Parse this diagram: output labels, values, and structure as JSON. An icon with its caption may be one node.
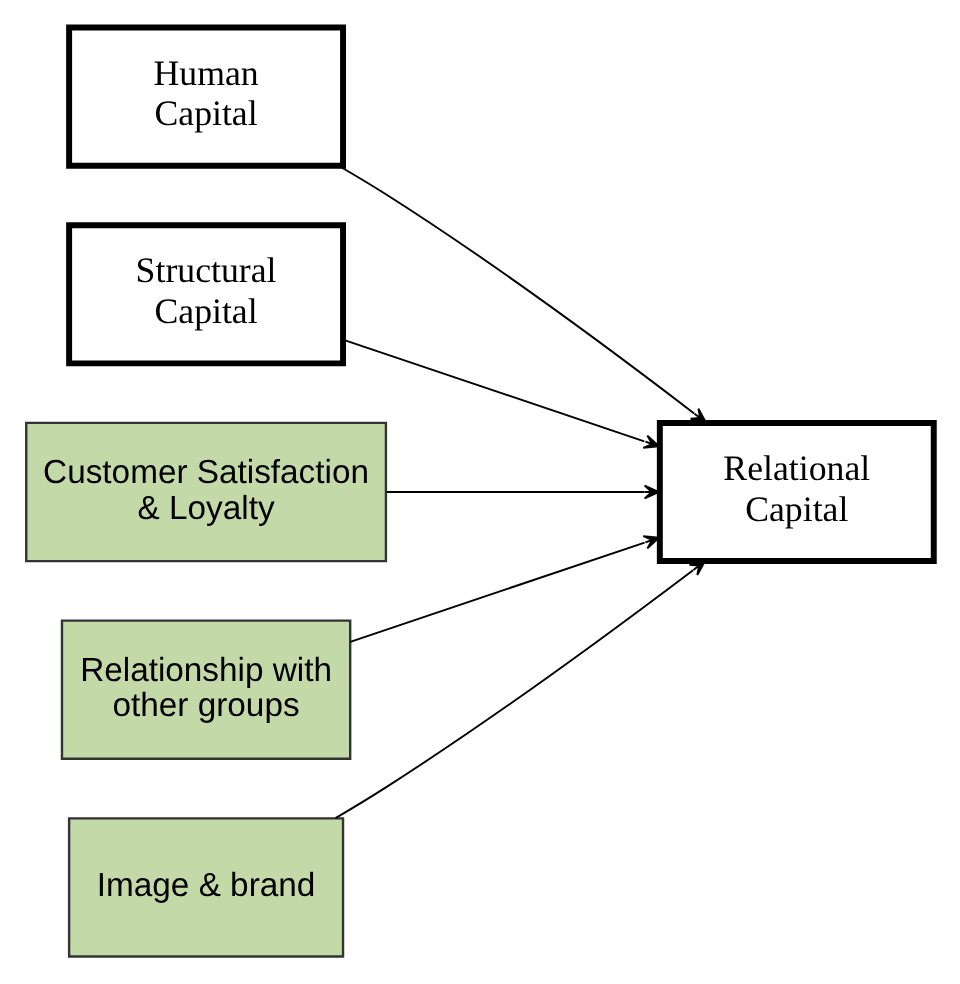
{
  "diagram": {
    "nodes": [
      {
        "text": [
          "Human Capital"
        ]
      },
      {
        "text": [
          "Structural Capital"
        ]
      },
      {
        "text": [
          "Customer Satisfaction & Loyalty"
        ]
      },
      {
        "text": [
          "Relationship with other groups"
        ]
      },
      {
        "text": [
          "Image & brand"
        ]
      },
      {
        "text": [
          "Relational Capital"
        ]
      }
    ],
    "edges": [
      {
        "from": 0,
        "to": 5,
        "arrow": "to"
      },
      {
        "from": 1,
        "to": 5,
        "arrow": "to"
      },
      {
        "from": 2,
        "to": 5,
        "arrow": "to"
      },
      {
        "from": 3,
        "to": 5,
        "arrow": "to"
      },
      {
        "from": 4,
        "to": 5,
        "arrow": "to"
      }
    ]
  }
}
